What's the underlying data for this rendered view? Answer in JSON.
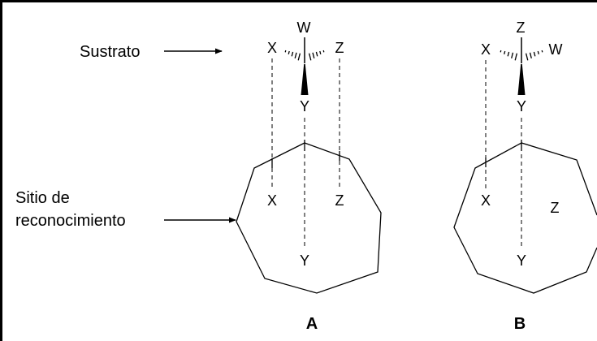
{
  "labels": {
    "substrate": "Sustrato",
    "recognition_line1": "Sitio de",
    "recognition_line2": "reconocimiento"
  },
  "panels": {
    "a": {
      "label": "A",
      "substrate_atoms": {
        "top": "W",
        "left": "X",
        "right": "Z",
        "bottom": "Y"
      },
      "site_atoms": {
        "left": "X",
        "right": "Z",
        "bottom": "Y"
      }
    },
    "b": {
      "label": "B",
      "substrate_atoms": {
        "top": "Z",
        "left": "X",
        "right": "W",
        "bottom": "Y"
      },
      "site_atoms": {
        "left": "X",
        "right": "Z",
        "bottom": "Y"
      }
    }
  },
  "colors": {
    "line": "#000000",
    "background": "#ffffff"
  }
}
